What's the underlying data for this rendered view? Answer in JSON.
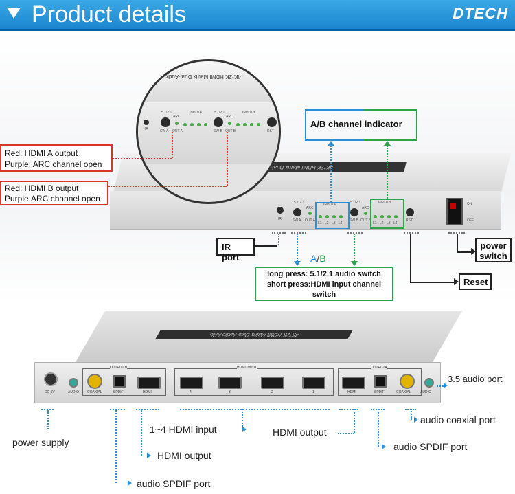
{
  "header": {
    "title": "Product details",
    "brand": "DTECH",
    "colors": {
      "band": "#1b86cf",
      "text": "#ffffff"
    }
  },
  "top_device": {
    "label": "4K*2K HDMI Matrix Dual-Audio ARC",
    "front": {
      "ir": "IR",
      "sw_a": "SW A",
      "sw_b": "SW B",
      "ch51": "5.1/2.1",
      "arc": "ARC",
      "out_a": "OUT A",
      "out_b": "OUT B",
      "input_a": "INPUTA",
      "input_b": "INPUTB",
      "leds": [
        "L1",
        "L2",
        "L3",
        "L4"
      ],
      "rst": "RST",
      "on": "ON",
      "off": "OFF"
    }
  },
  "callouts": {
    "hdmi_a": {
      "line1": "Red: HDMI A output",
      "line2": "Purple: ARC channel open"
    },
    "hdmi_b": {
      "line1": "Red: HDMI B output",
      "line2": "Purple:ARC channel open"
    },
    "ab_indicator": "A/B channel indicator",
    "ir_port": "IR port",
    "ab_label_a": "A",
    "ab_label_sep": "/",
    "ab_label_b": "B",
    "switch_info": {
      "line1": "long press: 5.1/2.1 audio switch",
      "line2": "short press:HDMI input channel",
      "line3": "switch"
    },
    "power_switch": {
      "line1": "power",
      "line2": "switch"
    },
    "reset": "Reset"
  },
  "bottom_device": {
    "label": "4K*2K HDMI Matrix Dual-Audio ARC",
    "panel": {
      "dc": "DC 5V",
      "audio_l": "AUDIO",
      "coaxial_l": "COAXIAL",
      "spdif_l": "SPDIF",
      "hdmi_l": "HDMI",
      "output_b": "OUTPUT B",
      "hdmi_input": "HDMI INPUT",
      "inputs": [
        "4",
        "3",
        "2",
        "1"
      ],
      "output_a": "OUTPUTA",
      "hdmi_r": "HDMI",
      "spdif_r": "SPDIF",
      "coaxial_r": "COAXIAL",
      "audio_r": "AUDIO"
    }
  },
  "port_labels": {
    "audio_35": "3.5 audio port",
    "coaxial": "audio coaxial port",
    "power": "power supply",
    "hdmi_inputs": "1~4 HDMI input",
    "hdmi_output_right": "HDMI output",
    "spdif_right": "audio SPDIF port",
    "hdmi_output_left": "HDMI output",
    "spdif_left": "audio SPDIF port"
  }
}
